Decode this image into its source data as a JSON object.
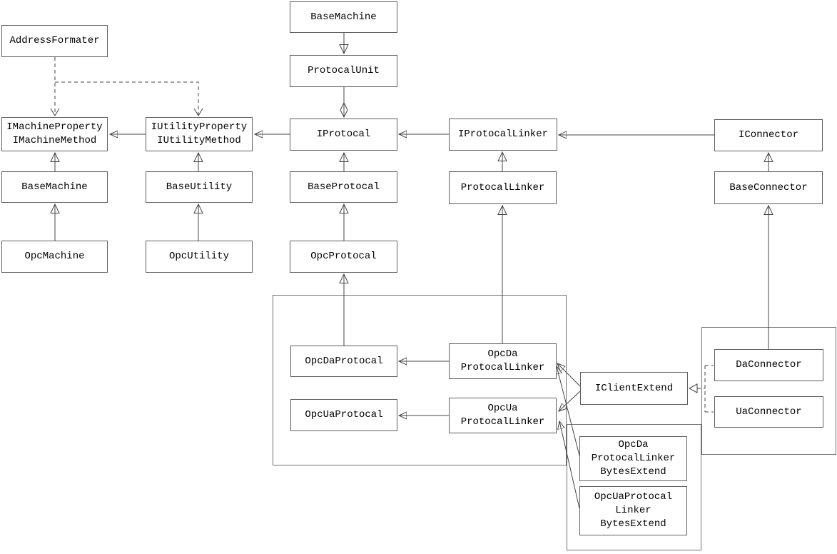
{
  "diagram": {
    "kind": "uml-class-diagram",
    "colors": {
      "background": "#ffffff",
      "box_fill": "#ffffff",
      "box_border": "#5e5e5e",
      "group_border": "#707070",
      "line": "#454545",
      "arrow_fill": "#111111",
      "text": "#000000"
    },
    "nodes": {
      "addressFormater": "AddressFormater",
      "baseMachineTop": "BaseMachine",
      "protocalUnit": "ProtocalUnit",
      "iMachine": [
        "IMachineProperty",
        "IMachineMethod"
      ],
      "iUtility": [
        "IUtilityProperty",
        "IUtilityMethod"
      ],
      "iProtocal": "IProtocal",
      "iProtocalLinker": "IProtocalLinker",
      "iConnector": "IConnector",
      "baseMachine": "BaseMachine",
      "baseUtility": "BaseUtility",
      "baseProtocal": "BaseProtocal",
      "protocalLinker": "ProtocalLinker",
      "baseConnector": "BaseConnector",
      "opcMachine": "OpcMachine",
      "opcUtility": "OpcUtility",
      "opcProtocal": "OpcProtocal",
      "opcDaProtocal": "OpcDaProtocal",
      "opcUaProtocal": "OpcUaProtocal",
      "opcDaProtocalLinker": [
        "OpcDa",
        "ProtocalLinker"
      ],
      "opcUaProtocalLinker": [
        "OpcUa",
        "ProtocalLinker"
      ],
      "iClientExtend": "IClientExtend",
      "daConnector": "DaConnector",
      "uaConnector": "UaConnector",
      "opcDaProtocalLinkerBytesExtend": [
        "OpcDa",
        "ProtocalLinker",
        "BytesExtend"
      ],
      "opcUaProtocalLinkerBytesExtend": [
        "OpcUaProtocal",
        "Linker",
        "BytesExtend"
      ]
    },
    "relationships": [
      {
        "from": "BaseMachine(top)",
        "to": "ProtocalUnit",
        "type": "generalization"
      },
      {
        "from": "ProtocalUnit",
        "to": "IProtocal",
        "type": "aggregation"
      },
      {
        "from": "AddressFormater",
        "to": "IMachineProperty/IMachineMethod",
        "type": "dependency"
      },
      {
        "from": "AddressFormater",
        "to": "IUtilityProperty/IUtilityMethod",
        "type": "dependency"
      },
      {
        "from": "IUtilityProperty/IUtilityMethod",
        "to": "IMachineProperty/IMachineMethod",
        "type": "association"
      },
      {
        "from": "IProtocal",
        "to": "IUtilityProperty/IUtilityMethod",
        "type": "association"
      },
      {
        "from": "IProtocalLinker",
        "to": "IProtocal",
        "type": "association"
      },
      {
        "from": "IConnector",
        "to": "IProtocalLinker",
        "type": "association"
      },
      {
        "from": "BaseMachine",
        "to": "IMachineProperty/IMachineMethod",
        "type": "generalization"
      },
      {
        "from": "OpcMachine",
        "to": "BaseMachine",
        "type": "generalization"
      },
      {
        "from": "BaseUtility",
        "to": "IUtilityProperty/IUtilityMethod",
        "type": "generalization"
      },
      {
        "from": "OpcUtility",
        "to": "BaseUtility",
        "type": "generalization"
      },
      {
        "from": "BaseProtocal",
        "to": "IProtocal",
        "type": "generalization"
      },
      {
        "from": "OpcProtocal",
        "to": "BaseProtocal",
        "type": "generalization"
      },
      {
        "from": "OpcDaProtocal",
        "to": "OpcProtocal",
        "type": "generalization"
      },
      {
        "from": "ProtocalLinker",
        "to": "IProtocalLinker",
        "type": "generalization"
      },
      {
        "from": "OpcDaProtocalLinker",
        "to": "ProtocalLinker",
        "type": "generalization"
      },
      {
        "from": "BaseConnector",
        "to": "IConnector",
        "type": "generalization"
      },
      {
        "from": "DaConnector",
        "to": "BaseConnector",
        "type": "generalization"
      },
      {
        "from": "OpcDaProtocalLinker",
        "to": "OpcDaProtocal",
        "type": "association"
      },
      {
        "from": "OpcUaProtocalLinker",
        "to": "OpcUaProtocal",
        "type": "association"
      },
      {
        "from": "IClientExtend",
        "to": "OpcDaProtocalLinker",
        "type": "association"
      },
      {
        "from": "IClientExtend",
        "to": "OpcUaProtocalLinker",
        "type": "association"
      },
      {
        "from": "OpcDaProtocalLinkerBytesExtend",
        "to": "OpcDaProtocalLinker",
        "type": "association"
      },
      {
        "from": "OpcUaProtocalLinkerBytesExtend",
        "to": "OpcUaProtocalLinker",
        "type": "association"
      },
      {
        "from": "DaConnector",
        "to": "IClientExtend",
        "type": "realization"
      },
      {
        "from": "UaConnector",
        "to": "IClientExtend",
        "type": "realization"
      }
    ]
  }
}
